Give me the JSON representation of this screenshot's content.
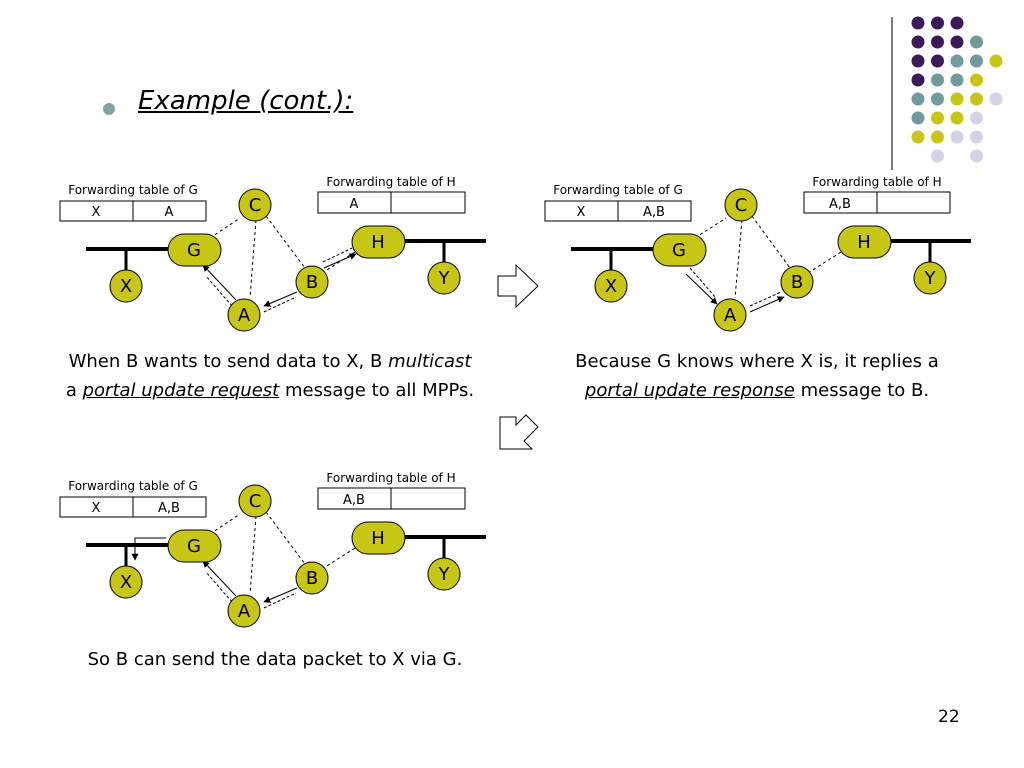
{
  "title": "Example (cont.):",
  "page_number": "22",
  "colors": {
    "node_fill": "#c8c614",
    "dot_purple": "#3b1a5a",
    "dot_teal": "#6f9b9b",
    "dot_yellow": "#c8c614",
    "dot_lavender": "#d4d2e6",
    "bullet": "#7ea7a6"
  },
  "panels": [
    {
      "table_g": {
        "title": "Forwarding table of G",
        "key": "X",
        "value": "A"
      },
      "table_h": {
        "title": "Forwarding table of H",
        "key": "A",
        "value": ""
      },
      "nodes": {
        "C": "C",
        "G": "G",
        "H": "H",
        "X": "X",
        "B": "B",
        "Y": "Y",
        "A": "A"
      },
      "caption": {
        "line1_a": "When B wants to send data to X, B ",
        "line1_em": "multicast",
        "line2_a": "a ",
        "line2_em": "portal update request",
        "line2_b": " message to all MPPs."
      }
    },
    {
      "table_g": {
        "title": "Forwarding table of G",
        "key": "X",
        "value": "A,B"
      },
      "table_h": {
        "title": "Forwarding table of H",
        "key": "A,B",
        "value": ""
      },
      "nodes": {
        "C": "C",
        "G": "G",
        "H": "H",
        "X": "X",
        "B": "B",
        "Y": "Y",
        "A": "A"
      },
      "caption": {
        "line1_a": "Because G knows where X is, it replies a",
        "line2_em": "portal update response",
        "line2_b": " message to B."
      }
    },
    {
      "table_g": {
        "title": "Forwarding table of G",
        "key": "X",
        "value": "A,B"
      },
      "table_h": {
        "title": "Forwarding table of H",
        "key": "A,B",
        "value": ""
      },
      "nodes": {
        "C": "C",
        "G": "G",
        "H": "H",
        "X": "X",
        "B": "B",
        "Y": "Y",
        "A": "A"
      },
      "caption": {
        "line1_a": "So B can send the data packet to X via G."
      }
    }
  ]
}
